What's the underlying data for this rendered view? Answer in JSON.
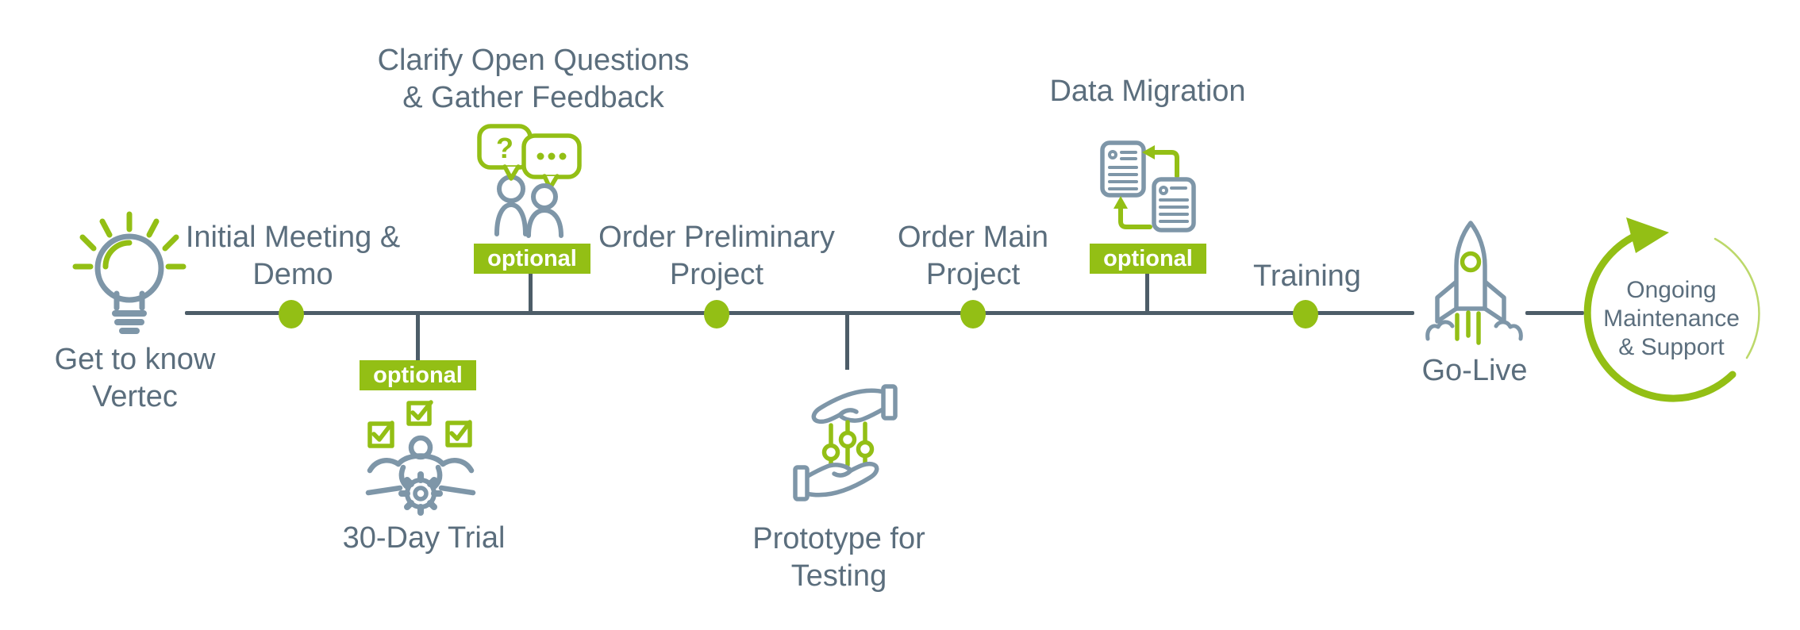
{
  "diagram_title": "Vertec onboarding process timeline",
  "colors": {
    "brand_green": "#93bf15",
    "light_green_arc": "#bcd86a",
    "text_slate": "#5b6e7d",
    "timeline_line": "#4d5d68",
    "icon_stroke": "#7e96a8",
    "badge_text": "#ffffff",
    "background": "#ffffff"
  },
  "stages": {
    "start": {
      "label": "Get to know\nVertec",
      "icon": "lightbulb-icon"
    },
    "milestones": [
      {
        "label": "Initial Meeting &\nDemo"
      },
      {
        "label": "Order Preliminary\nProject"
      },
      {
        "label": "Order Main\nProject"
      },
      {
        "label": "Training"
      }
    ],
    "branches": [
      {
        "label": "30-Day Trial",
        "badge": "optional",
        "side": "below",
        "icon": "trial-checklist-icon"
      },
      {
        "label": "Clarify Open Questions\n& Gather Feedback",
        "badge": "optional",
        "side": "above",
        "icon": "discussion-icon"
      },
      {
        "label": "Prototype for\nTesting",
        "side": "below",
        "icon": "prototype-handover-icon"
      },
      {
        "label": "Data Migration",
        "badge": "optional",
        "side": "above",
        "icon": "data-migration-icon"
      }
    ],
    "launch": {
      "label": "Go-Live",
      "icon": "rocket-icon"
    },
    "loop": {
      "label": "Ongoing\nMaintenance\n& Support",
      "icon": "circular-arrow-icon"
    }
  }
}
